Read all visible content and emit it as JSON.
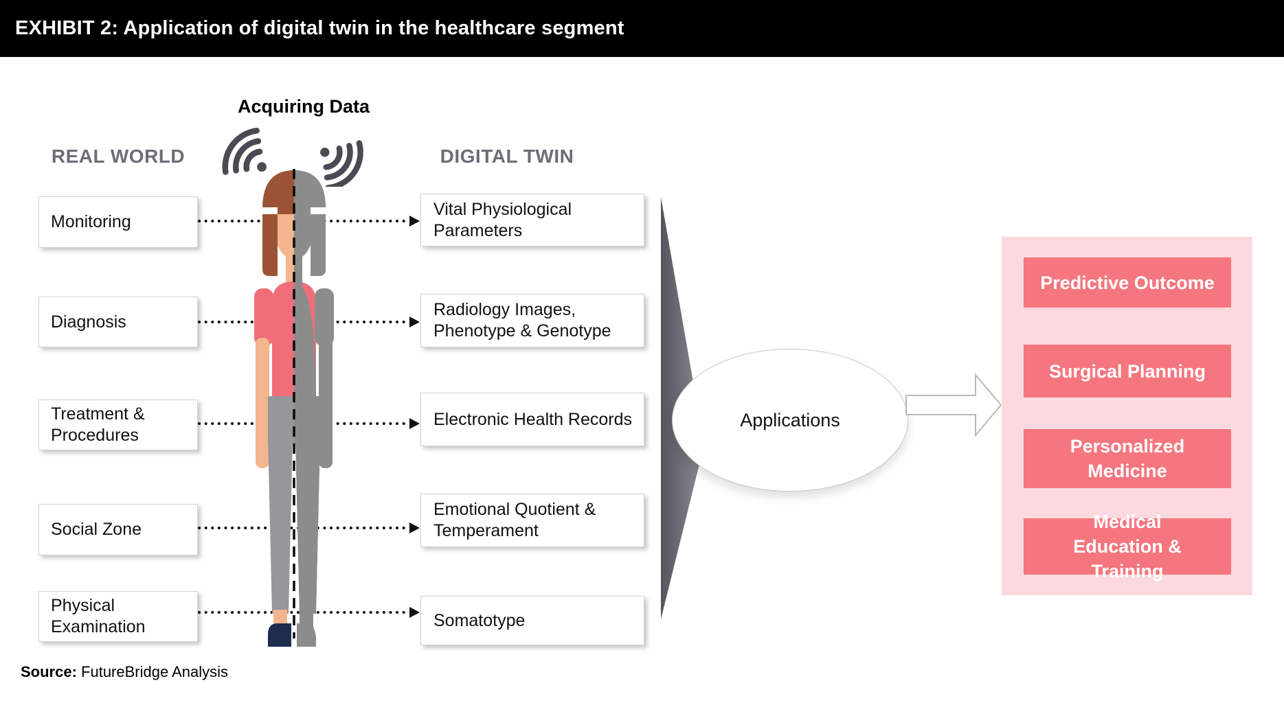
{
  "header": {
    "title": "EXHIBIT 2: Application of digital twin in the healthcare segment"
  },
  "section_labels": {
    "acquiring_data": "Acquiring Data",
    "real_world": "REAL WORLD",
    "digital_twin": "DIGITAL TWIN"
  },
  "real_world": {
    "items": [
      {
        "label": "Monitoring"
      },
      {
        "label": "Diagnosis"
      },
      {
        "label": "Treatment & Procedures"
      },
      {
        "label": "Social Zone"
      },
      {
        "label": "Physical Examination"
      }
    ]
  },
  "digital_twin": {
    "items": [
      {
        "label": "Vital Physiological Parameters"
      },
      {
        "label": "Radiology Images, Phenotype & Genotype"
      },
      {
        "label": "Electronic Health Records"
      },
      {
        "label": "Emotional Quotient & Temperament"
      },
      {
        "label": "Somatotype"
      }
    ]
  },
  "applications": {
    "label": "Applications"
  },
  "outcomes": {
    "items": [
      {
        "label": "Predictive Outcome"
      },
      {
        "label": "Surgical Planning"
      },
      {
        "label": "Personalized Medicine"
      },
      {
        "label": "Medical Education & Training"
      }
    ]
  },
  "source": {
    "prefix": "Source:",
    "text": " FutureBridge Analysis"
  },
  "icons": {
    "wifi_left": "wifi-signal-icon",
    "wifi_right": "wifi-signal-icon"
  },
  "colors": {
    "header_bg": "#000000",
    "accent_red": "#f5767f",
    "panel_pink": "#fbd9de",
    "gray_label": "#6d6d77",
    "wifi": "#4b4a54",
    "triangle_dark": "#55545d",
    "triangle_light": "#8e8d97",
    "hair": "#9a5435",
    "skin": "#f3b68e",
    "shirt": "#ef6e7a",
    "pants": "#97969d",
    "shoe": "#1e2c4e",
    "silhouette": "#8c8c8c"
  }
}
